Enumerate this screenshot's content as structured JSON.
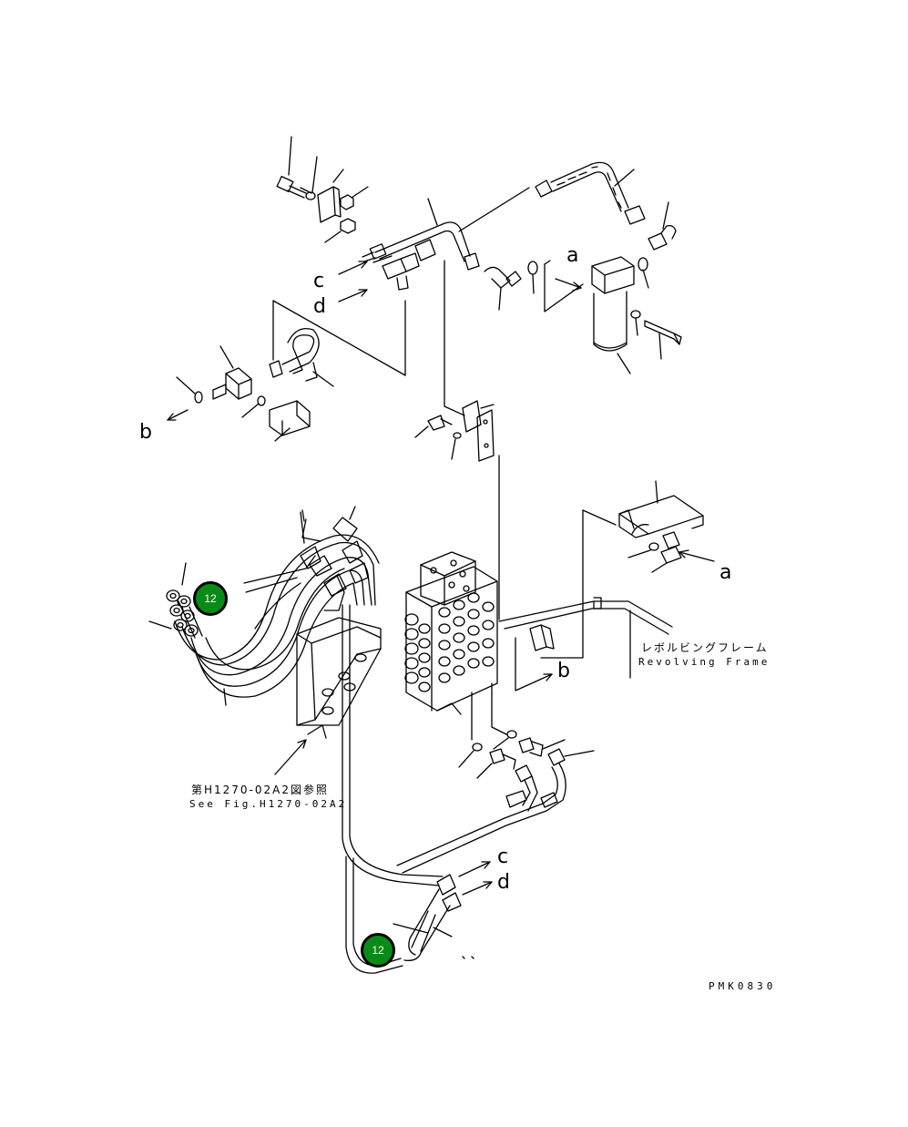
{
  "callouts": {
    "a": "a",
    "b": "b",
    "c": "c",
    "d": "d"
  },
  "revolving_frame": {
    "jp": "レボルビングフレーム",
    "en": "Revolving Frame"
  },
  "see_fig": {
    "jp": "第H1270-02A2図参照",
    "en": "See Fig.H1270-02A2"
  },
  "drawing_code": "PMK0830",
  "badges": [
    {
      "label": "12"
    },
    {
      "label": "12"
    }
  ],
  "colors": {
    "line": "#000000",
    "badge_fill": "#0a8a17",
    "badge_text": "#ffffff"
  }
}
